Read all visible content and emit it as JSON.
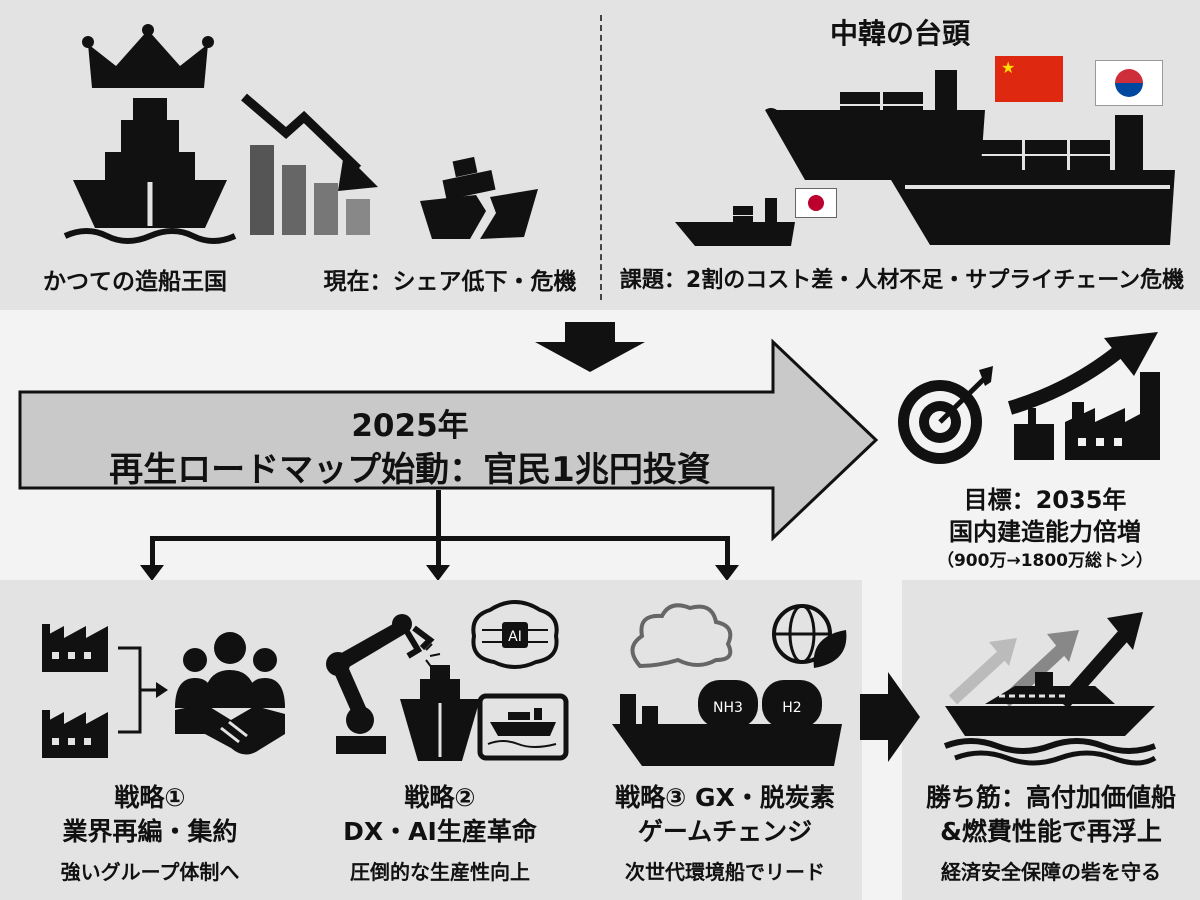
{
  "top": {
    "past_label": "かつての造船王国",
    "now_label": "現在：シェア低下・危機",
    "rivals_title": "中韓の台頭",
    "issues_label": "課題：2割のコスト差・人材不足・サプライチェーン危機"
  },
  "roadmap": {
    "line1": "2025年",
    "line2": "再生ロードマップ始動：官民1兆円投資"
  },
  "goal": {
    "line1": "目標：2035年",
    "line2": "国内建造能力倍増",
    "line3": "（900万→1800万総トン）"
  },
  "strategies": [
    {
      "title": "戦略①",
      "subtitle": "業界再編・集約",
      "note": "強いグループ体制へ"
    },
    {
      "title": "戦略②",
      "subtitle": "DX・AI生産革命",
      "note": "圧倒的な生産性向上"
    },
    {
      "title": "戦略③ GX・脱炭素",
      "subtitle": "ゲームチェンジ",
      "note": "次世代環境船でリード"
    }
  ],
  "outcome": {
    "line1": "勝ち筋：高付加価値船",
    "line2": "&燃費性能で再浮上",
    "line3": "経済安全保障の砦を守る"
  },
  "icon_text": {
    "ai": "AI",
    "nh3": "NH3",
    "h2": "H2"
  },
  "colors": {
    "black": "#111111",
    "panel": "#e3e3e3",
    "arrow_fill": "#c9c9c9",
    "china_red": "#de2910",
    "korea_red": "#cd2e3a",
    "korea_blue": "#0047a0"
  }
}
